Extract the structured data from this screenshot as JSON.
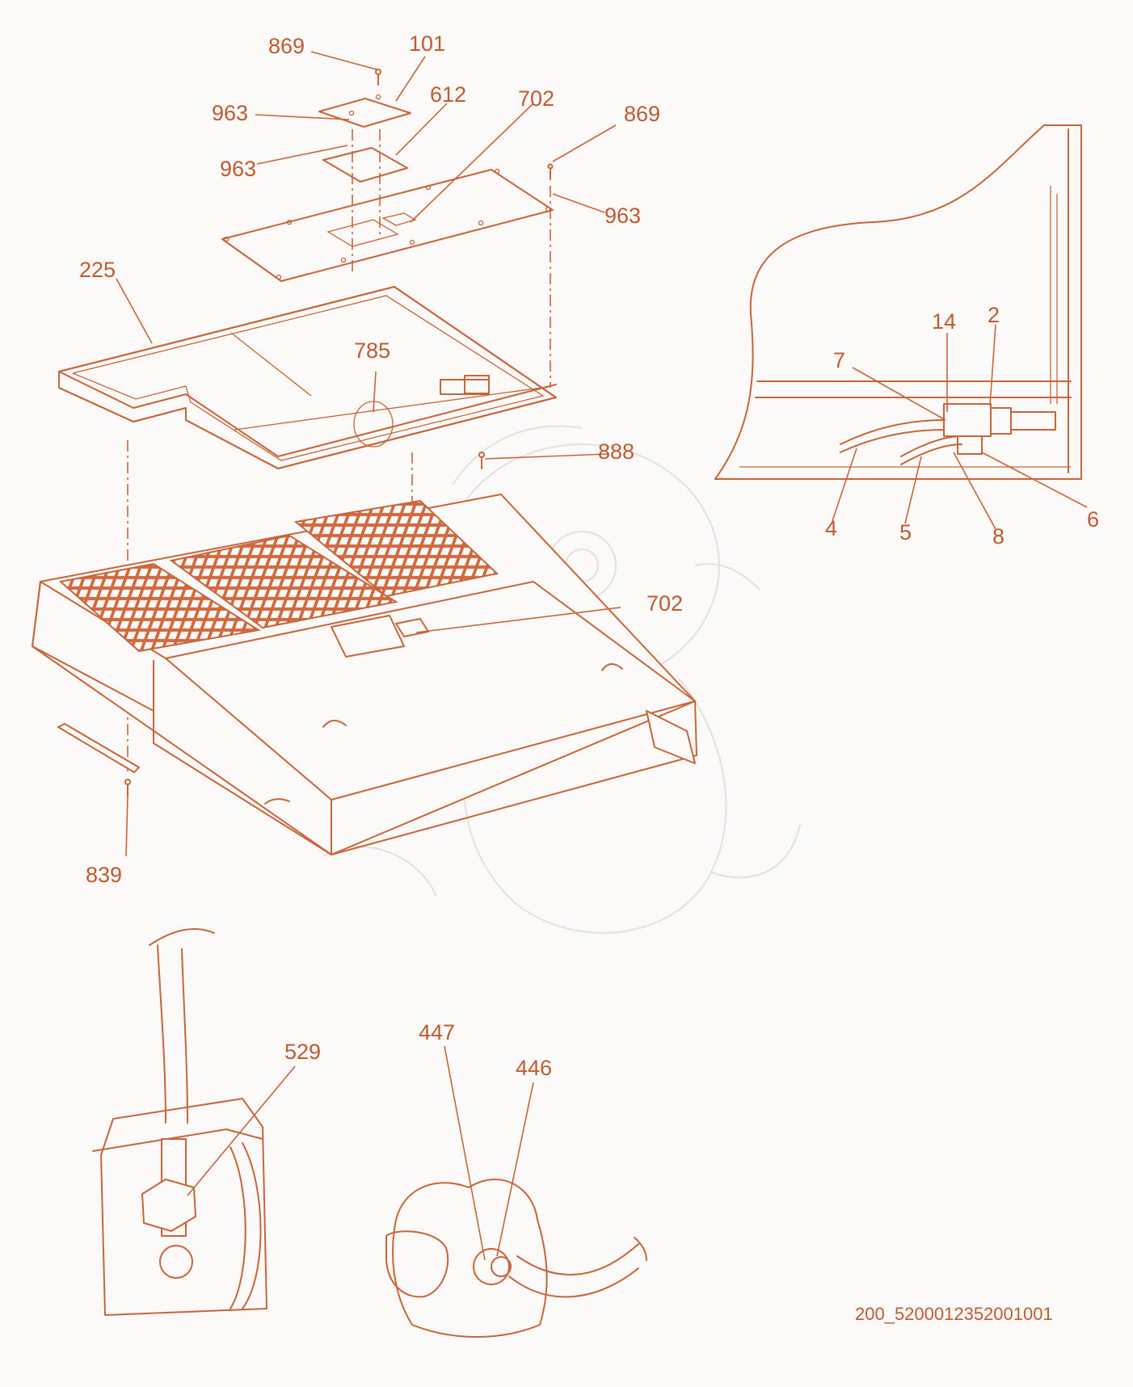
{
  "callouts": {
    "c869a": "869",
    "c101": "101",
    "c963a": "963",
    "c612": "612",
    "c702a": "702",
    "c869b": "869",
    "c963b": "963",
    "c963c": "963",
    "c225": "225",
    "c785": "785",
    "c888": "888",
    "c702b": "702",
    "c839": "839",
    "c14": "14",
    "c2": "2",
    "c7": "7",
    "c4": "4",
    "c5": "5",
    "c8": "8",
    "c6": "6",
    "c529": "529",
    "c447": "447",
    "c446": "446"
  },
  "drawing_code": "200_5200012352001001",
  "colors": {
    "line": "#c8643a",
    "text": "#c05a30",
    "background": "#fbfaf8",
    "watermark": "#e4e0db"
  }
}
